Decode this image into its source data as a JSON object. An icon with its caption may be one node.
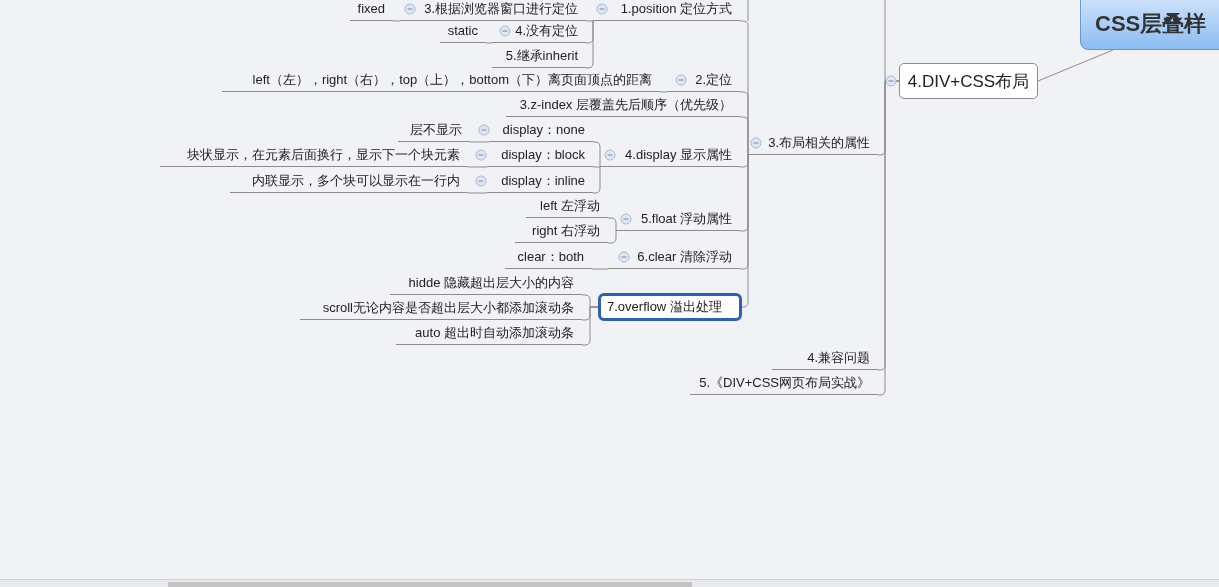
{
  "diagram": {
    "nodes": [
      {
        "text": [
          "CSS层叠样"
        ]
      },
      {
        "text": [
          "4.DIV+CSS布局"
        ]
      },
      {
        "text": [
          "3.布局相关的属性"
        ]
      },
      {
        "text": [
          "4.兼容问题"
        ]
      },
      {
        "text": [
          "5.《DIV+CSS网页布局实战》"
        ]
      },
      {
        "text": [
          "1.position 定位方式"
        ]
      },
      {
        "text": [
          "2.定位"
        ]
      },
      {
        "text": [
          "3.z-index 层覆盖先后顺序（优先级）"
        ]
      },
      {
        "text": [
          "4.display 显示属性"
        ]
      },
      {
        "text": [
          "5.float 浮动属性"
        ]
      },
      {
        "text": [
          "6.clear 清除浮动"
        ]
      },
      {
        "text": [
          "7.overflow 溢出处理"
        ]
      },
      {
        "text": [
          "3.根据浏览器窗口进行定位"
        ]
      },
      {
        "text": [
          "4.没有定位"
        ]
      },
      {
        "text": [
          "5.继承inherit"
        ]
      },
      {
        "text": [
          "fixed"
        ]
      },
      {
        "text": [
          "static"
        ]
      },
      {
        "text": [
          "left（左），right（右），top（上），bottom（下）离页面顶点的距离"
        ]
      },
      {
        "text": [
          "display：none"
        ]
      },
      {
        "text": [
          "display：block"
        ]
      },
      {
        "text": [
          "display：inline"
        ]
      },
      {
        "text": [
          "层不显示"
        ]
      },
      {
        "text": [
          "块状显示，在元素后面换行，显示下一个块元素"
        ]
      },
      {
        "text": [
          "内联显示，多个块可以显示在一行内"
        ]
      },
      {
        "text": [
          "left 左浮动"
        ]
      },
      {
        "text": [
          "right 右浮动"
        ]
      },
      {
        "text": [
          "clear：both"
        ]
      },
      {
        "text": [
          "hidde 隐藏超出层大小的内容"
        ]
      },
      {
        "text": [
          "scroll无论内容是否超出层大小都添加滚动条"
        ]
      },
      {
        "text": [
          "auto 超出时自动添加滚动条"
        ]
      }
    ],
    "edges": [
      {
        "from": 0,
        "to": 1,
        "arrow": "none"
      },
      {
        "from": 1,
        "to": 2,
        "arrow": "none"
      },
      {
        "from": 1,
        "to": 3,
        "arrow": "none"
      },
      {
        "from": 1,
        "to": 4,
        "arrow": "none"
      },
      {
        "from": 2,
        "to": 5,
        "arrow": "none"
      },
      {
        "from": 2,
        "to": 6,
        "arrow": "none"
      },
      {
        "from": 2,
        "to": 7,
        "arrow": "none"
      },
      {
        "from": 2,
        "to": 8,
        "arrow": "none"
      },
      {
        "from": 2,
        "to": 9,
        "arrow": "none"
      },
      {
        "from": 2,
        "to": 10,
        "arrow": "none"
      },
      {
        "from": 2,
        "to": 11,
        "arrow": "none"
      },
      {
        "from": 5,
        "to": 12,
        "arrow": "none"
      },
      {
        "from": 5,
        "to": 13,
        "arrow": "none"
      },
      {
        "from": 5,
        "to": 14,
        "arrow": "none"
      },
      {
        "from": 12,
        "to": 15,
        "arrow": "none"
      },
      {
        "from": 13,
        "to": 16,
        "arrow": "none"
      },
      {
        "from": 6,
        "to": 17,
        "arrow": "none"
      },
      {
        "from": 8,
        "to": 18,
        "arrow": "none"
      },
      {
        "from": 8,
        "to": 19,
        "arrow": "none"
      },
      {
        "from": 8,
        "to": 20,
        "arrow": "none"
      },
      {
        "from": 18,
        "to": 21,
        "arrow": "none"
      },
      {
        "from": 19,
        "to": 22,
        "arrow": "none"
      },
      {
        "from": 20,
        "to": 23,
        "arrow": "none"
      },
      {
        "from": 9,
        "to": 24,
        "arrow": "none"
      },
      {
        "from": 9,
        "to": 25,
        "arrow": "none"
      },
      {
        "from": 10,
        "to": 26,
        "arrow": "none"
      },
      {
        "from": 11,
        "to": 27,
        "arrow": "none"
      },
      {
        "from": 11,
        "to": 28,
        "arrow": "none"
      },
      {
        "from": 11,
        "to": 29,
        "arrow": "none"
      }
    ]
  }
}
